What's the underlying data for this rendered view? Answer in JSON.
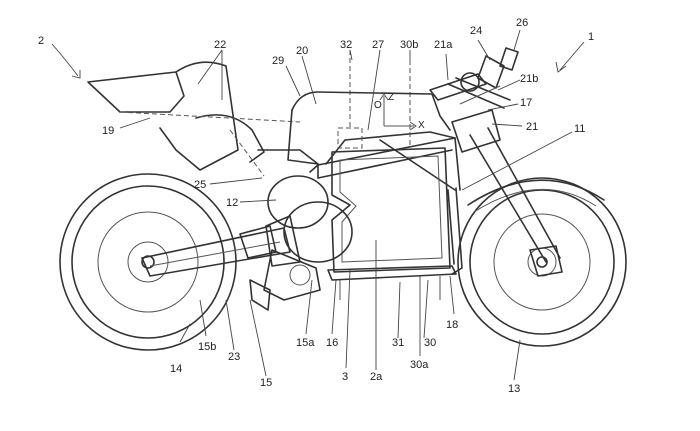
{
  "labels": {
    "l1": "1",
    "l2": "2",
    "l2a": "2a",
    "l3": "3",
    "l11": "11",
    "l12": "12",
    "l13": "13",
    "l14": "14",
    "l15": "15",
    "l15a": "15a",
    "l15b": "15b",
    "l16": "16",
    "l17": "17",
    "l18": "18",
    "l19": "19",
    "l20": "20",
    "l21": "21",
    "l21a": "21a",
    "l21b": "21b",
    "l22": "22",
    "l23": "23",
    "l24": "24",
    "l25": "25",
    "l26": "26",
    "l27": "27",
    "l29": "29",
    "l30": "30",
    "l30a": "30a",
    "l30b": "30b",
    "l31": "31",
    "l32": "32"
  },
  "axes": {
    "origin": "O",
    "z": "Z",
    "x": "X"
  }
}
